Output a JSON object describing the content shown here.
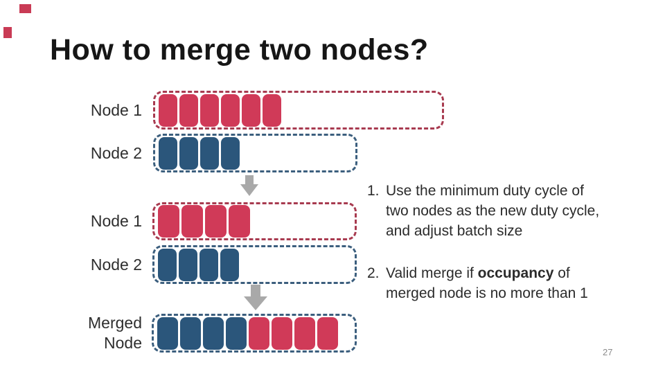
{
  "slide": {
    "title": "How to merge two nodes?",
    "page_number": "27",
    "colors": {
      "red_block": "#d03a58",
      "blue_block": "#2b567b",
      "red_border": "#a83b50",
      "blue_border": "#3c5f7e",
      "arrow_gray": "#a9a9a9",
      "corner_red": "#c93b55"
    },
    "diagram": {
      "rows": [
        {
          "label": "Node 1",
          "border": "red",
          "blocks": [
            "red",
            "red",
            "red",
            "red",
            "red",
            "red"
          ]
        },
        {
          "label": "Node 2",
          "border": "blue",
          "blocks": [
            "blue",
            "blue",
            "blue",
            "blue"
          ]
        },
        {
          "label": "Node 1",
          "border": "red",
          "blocks": [
            "red",
            "red",
            "red",
            "red"
          ]
        },
        {
          "label": "Node 2",
          "border": "blue",
          "blocks": [
            "blue",
            "blue",
            "blue",
            "blue"
          ]
        },
        {
          "label": "Merged\nNode",
          "border": "blue",
          "blocks": [
            "blue",
            "blue",
            "blue",
            "blue",
            "red",
            "red",
            "red",
            "red"
          ]
        }
      ]
    },
    "notes": [
      {
        "number": "1.",
        "lines": [
          [
            {
              "t": "Use the minimum duty cycle of"
            }
          ],
          [
            {
              "t": "two nodes as the new duty cycle,"
            }
          ],
          [
            {
              "t": "and adjust batch size"
            }
          ]
        ]
      },
      {
        "number": "2.",
        "lines": [
          [
            {
              "t": "Valid merge if "
            },
            {
              "t": "occupancy",
              "bold": true
            },
            {
              "t": " of"
            }
          ],
          [
            {
              "t": "merged node is no more than 1"
            }
          ]
        ]
      }
    ]
  }
}
